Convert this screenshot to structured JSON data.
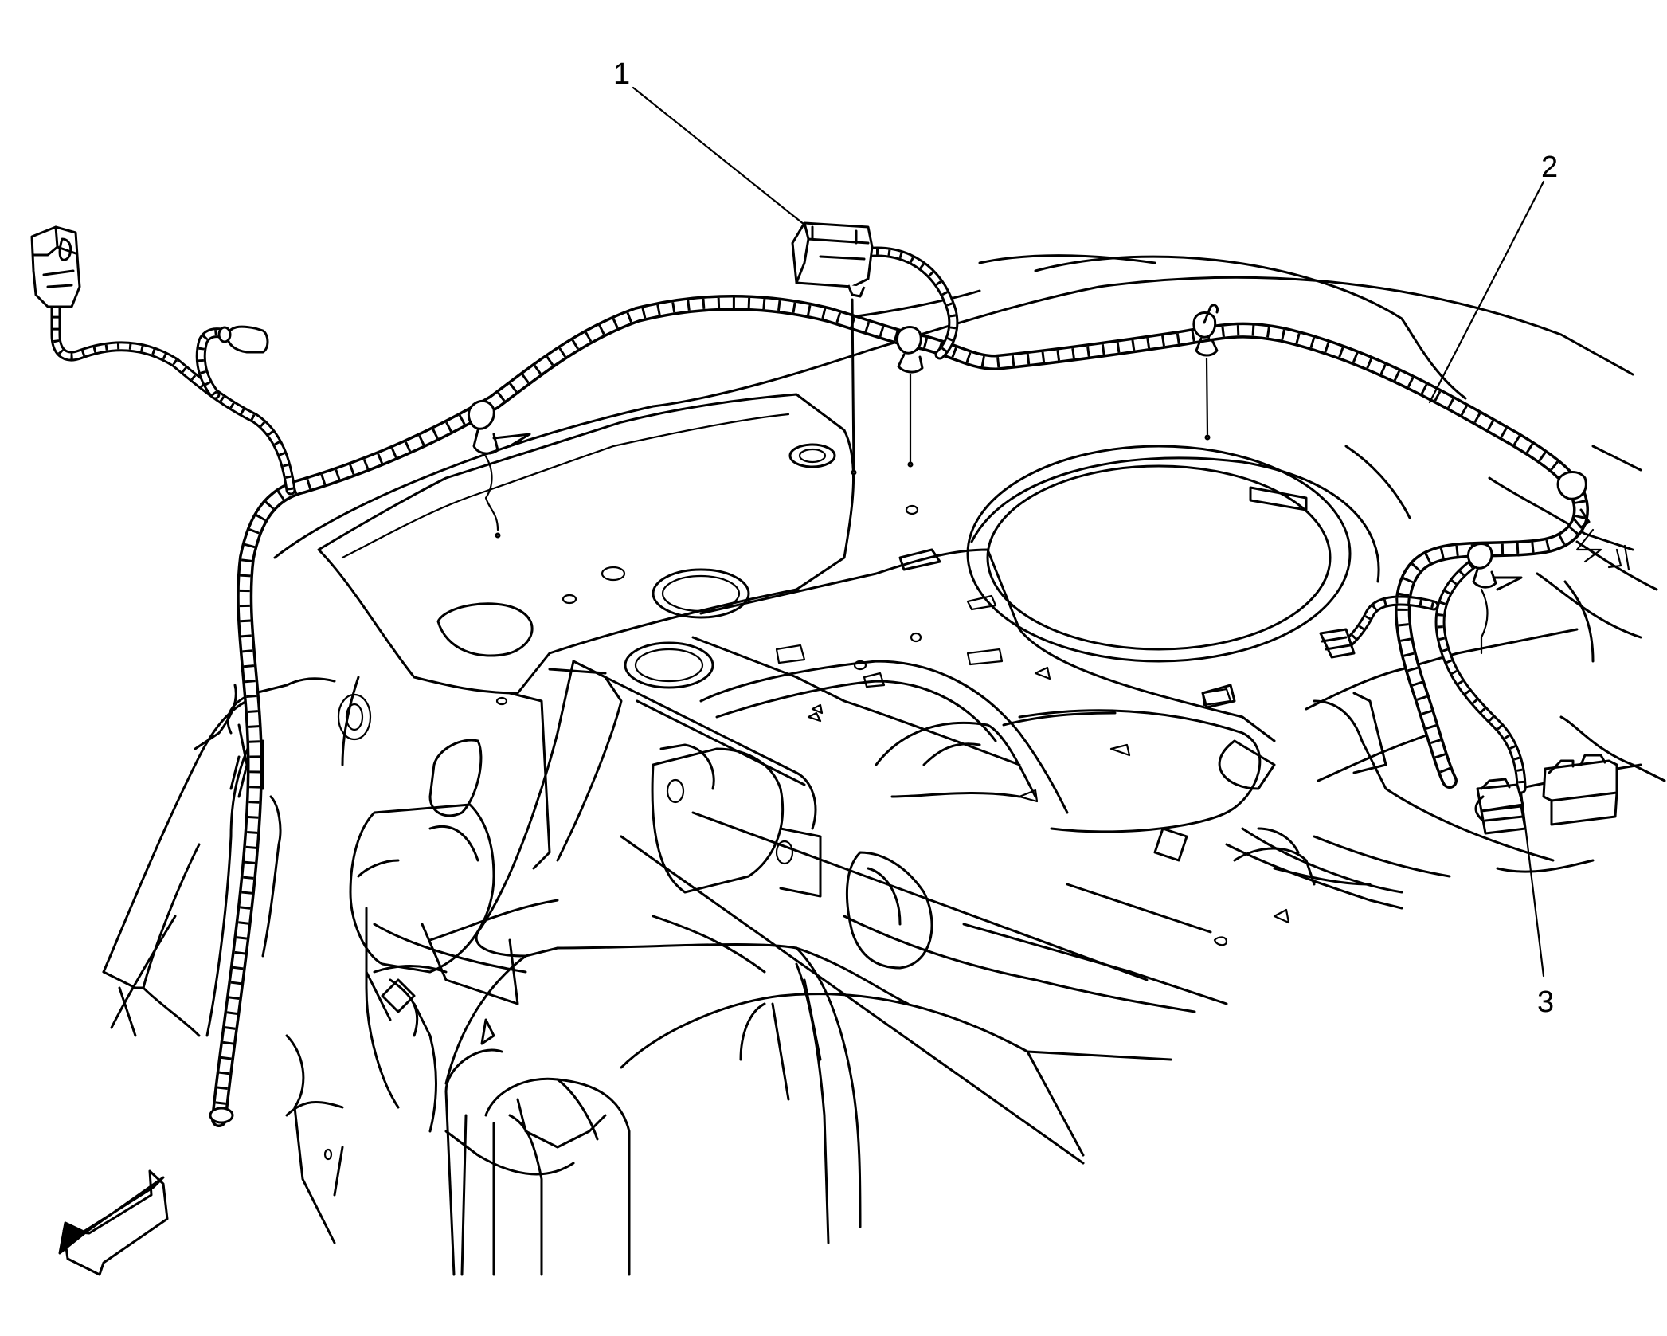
{
  "diagram": {
    "callouts": [
      {
        "id": "1",
        "label": "1"
      },
      {
        "id": "2",
        "label": "2"
      },
      {
        "id": "3",
        "label": "3"
      }
    ],
    "view_direction_icon": "front-arrow-icon"
  }
}
